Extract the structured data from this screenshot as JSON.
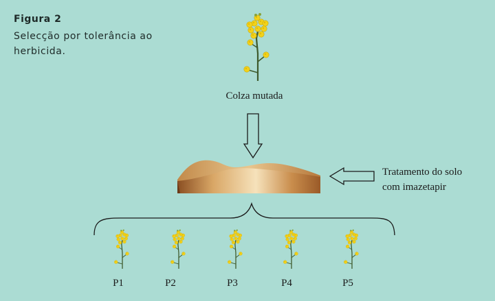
{
  "figure": {
    "label": "Figura 2",
    "caption": "Selecção por tolerância ao herbicida."
  },
  "source": {
    "label": "Colza mutada"
  },
  "treatment": {
    "line1": "Tratamento do solo",
    "line2": "com imazetapir"
  },
  "populations": [
    {
      "label": "P1"
    },
    {
      "label": "P2"
    },
    {
      "label": "P3"
    },
    {
      "label": "P4"
    },
    {
      "label": "P5"
    }
  ],
  "colors": {
    "background": "#abdcd3",
    "flower": "#f2d21a",
    "stem": "#3e5a2c",
    "soil_light": "#f3d7a6",
    "soil_dark": "#8a4e22"
  }
}
